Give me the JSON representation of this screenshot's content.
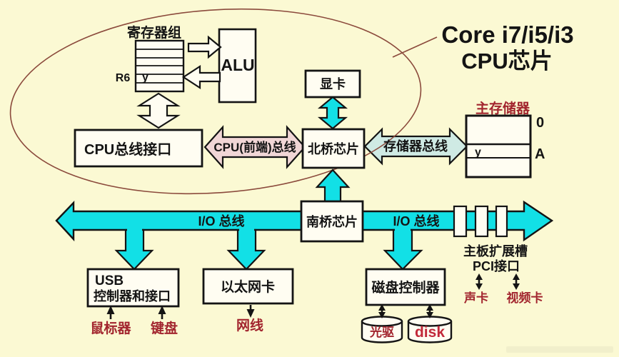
{
  "title": {
    "line1": "Core i7/i5/i3",
    "line2": "CPU芯片"
  },
  "cpu_chip": {
    "register_group_label": "寄存器组",
    "register_name": "R6",
    "register_value": "y",
    "alu": "ALU",
    "bus_interface": "CPU总线接口"
  },
  "buses": {
    "front_side_bus": "CPU(前端)总线",
    "memory_bus": "存储器总线",
    "io_bus_left": "I/O 总线",
    "io_bus_right": "I/O 总线"
  },
  "bridges": {
    "north": "北桥芯片",
    "south": "南桥芯片"
  },
  "graphics_card": "显卡",
  "main_memory": {
    "label": "主存储器",
    "address_top": "0",
    "address_row": "A",
    "cell_value": "y"
  },
  "io_devices": {
    "usb_line1": "USB",
    "usb_line2": "控制器和接口",
    "ethernet_card": "以太网卡",
    "disk_controller": "磁盘控制器",
    "mouse": "鼠标器",
    "keyboard": "键盘",
    "network_cable": "网线",
    "optical_drive": "光驱",
    "disk": "disk",
    "expansion_slot_line1": "主板扩展槽",
    "expansion_slot_line2": "PCI接口",
    "sound_card": "声卡",
    "video_card": "视频卡"
  },
  "colors": {
    "background": "#fbf9d3",
    "bus_cyan": "#12e0e6",
    "fsb_pink": "#f1d6d6",
    "memory_bus_fill": "#cfeae4",
    "box_fill": "#fffdf2",
    "outline": "#141414",
    "accent_red": "#a2252e",
    "disk_red": "#c2293a",
    "ellipse_stroke": "#8b4a3c"
  }
}
